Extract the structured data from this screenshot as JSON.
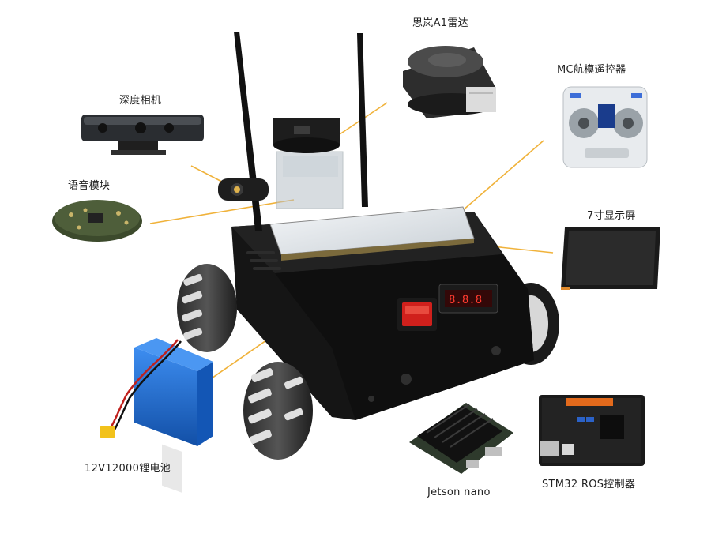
{
  "components": {
    "lidar": "思岚A1雷达",
    "remote": "MC航模遥控器",
    "depth_camera": "深度相机",
    "voice_module": "语音模块",
    "display": "7寸显示屏",
    "battery": "12V12000锂电池",
    "jetson": "Jetson nano",
    "ros_board": "STM32 ROS控制器"
  },
  "colors": {
    "leader_line": "#f0b23a",
    "chassis": "#161616",
    "battery_blue": "#1c6fd6",
    "switch_red": "#d0201c",
    "voltmeter_red": "#ff3b2f",
    "pcb_green": "#3c4a2c"
  }
}
